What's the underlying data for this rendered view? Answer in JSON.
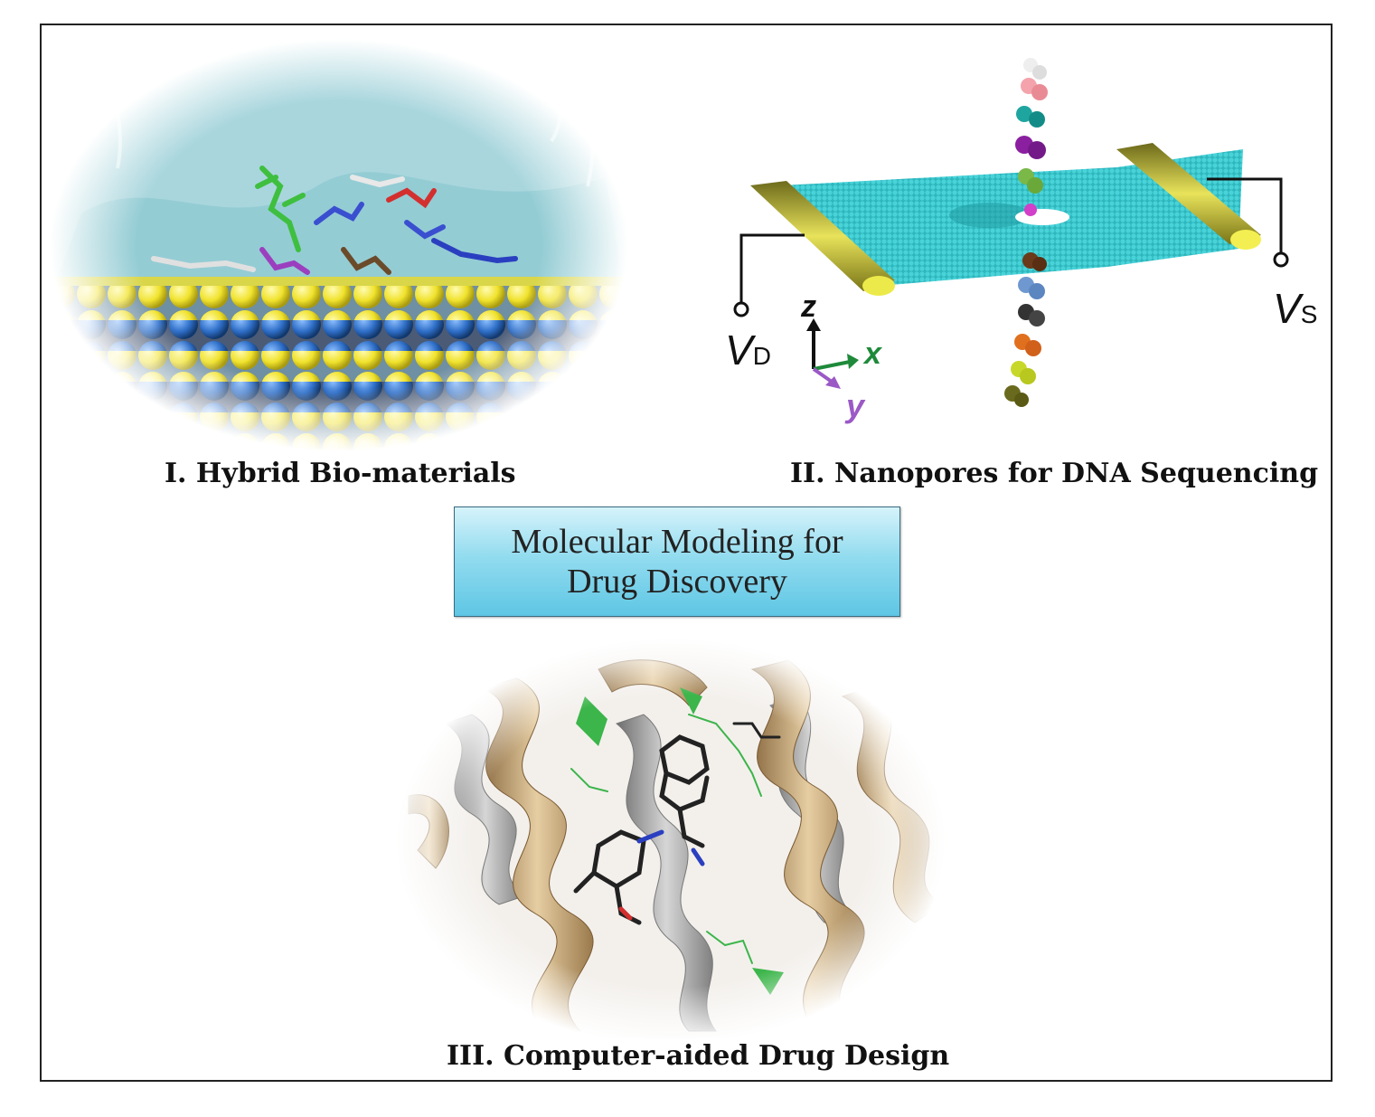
{
  "panels": {
    "hybrid": {
      "caption": "I. Hybrid Bio-materials"
    },
    "nanopore": {
      "caption": "II. Nanopores for DNA Sequencing",
      "vd_main": "V",
      "vd_sub": "D",
      "vs_main": "V",
      "vs_sub": "S",
      "axis_z": "z",
      "axis_x": "x",
      "axis_y": "y"
    },
    "drug": {
      "caption": "III. Computer-aided Drug Design"
    }
  },
  "center": {
    "line1": "Molecular Modeling for",
    "line2": "Drug Discovery"
  },
  "colors": {
    "gold": "#c9c233",
    "cyan": "#3fc9cf",
    "blue": "#2f6fc8",
    "yellow": "#f2e93a",
    "tan": "#c6a77a",
    "gray": "#9a9a9a"
  }
}
